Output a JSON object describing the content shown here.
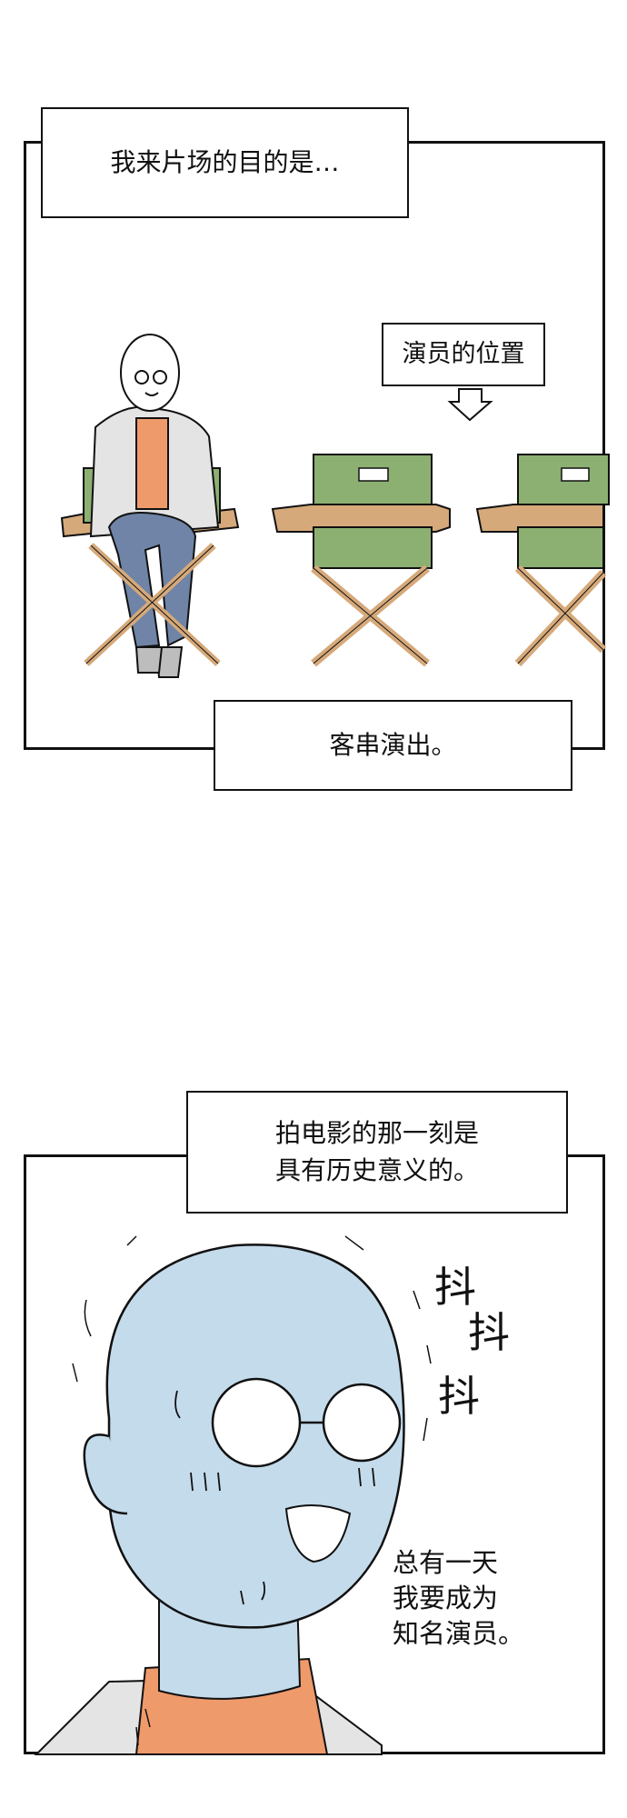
{
  "panel1": {
    "caption_top": "我来片场的目的是…",
    "seat_sign": "演员的位置",
    "caption_bottom": "客串演出。"
  },
  "panel2": {
    "caption_line1": "拍电影的那一刻是",
    "caption_line2": "具有历史意义的。",
    "sfx": [
      "抖",
      "抖",
      "抖"
    ],
    "monologue": [
      "总有一天",
      "我要成为",
      "知名演员。"
    ]
  },
  "colors": {
    "chair_green": "#8caf72",
    "chair_wood": "#d6a97a",
    "shirt_orange": "#ef9a6b",
    "jeans_blue": "#6f84a6",
    "cardigan_grey": "#e4e4e4",
    "face_pale_blue": "#c4dbeb"
  }
}
